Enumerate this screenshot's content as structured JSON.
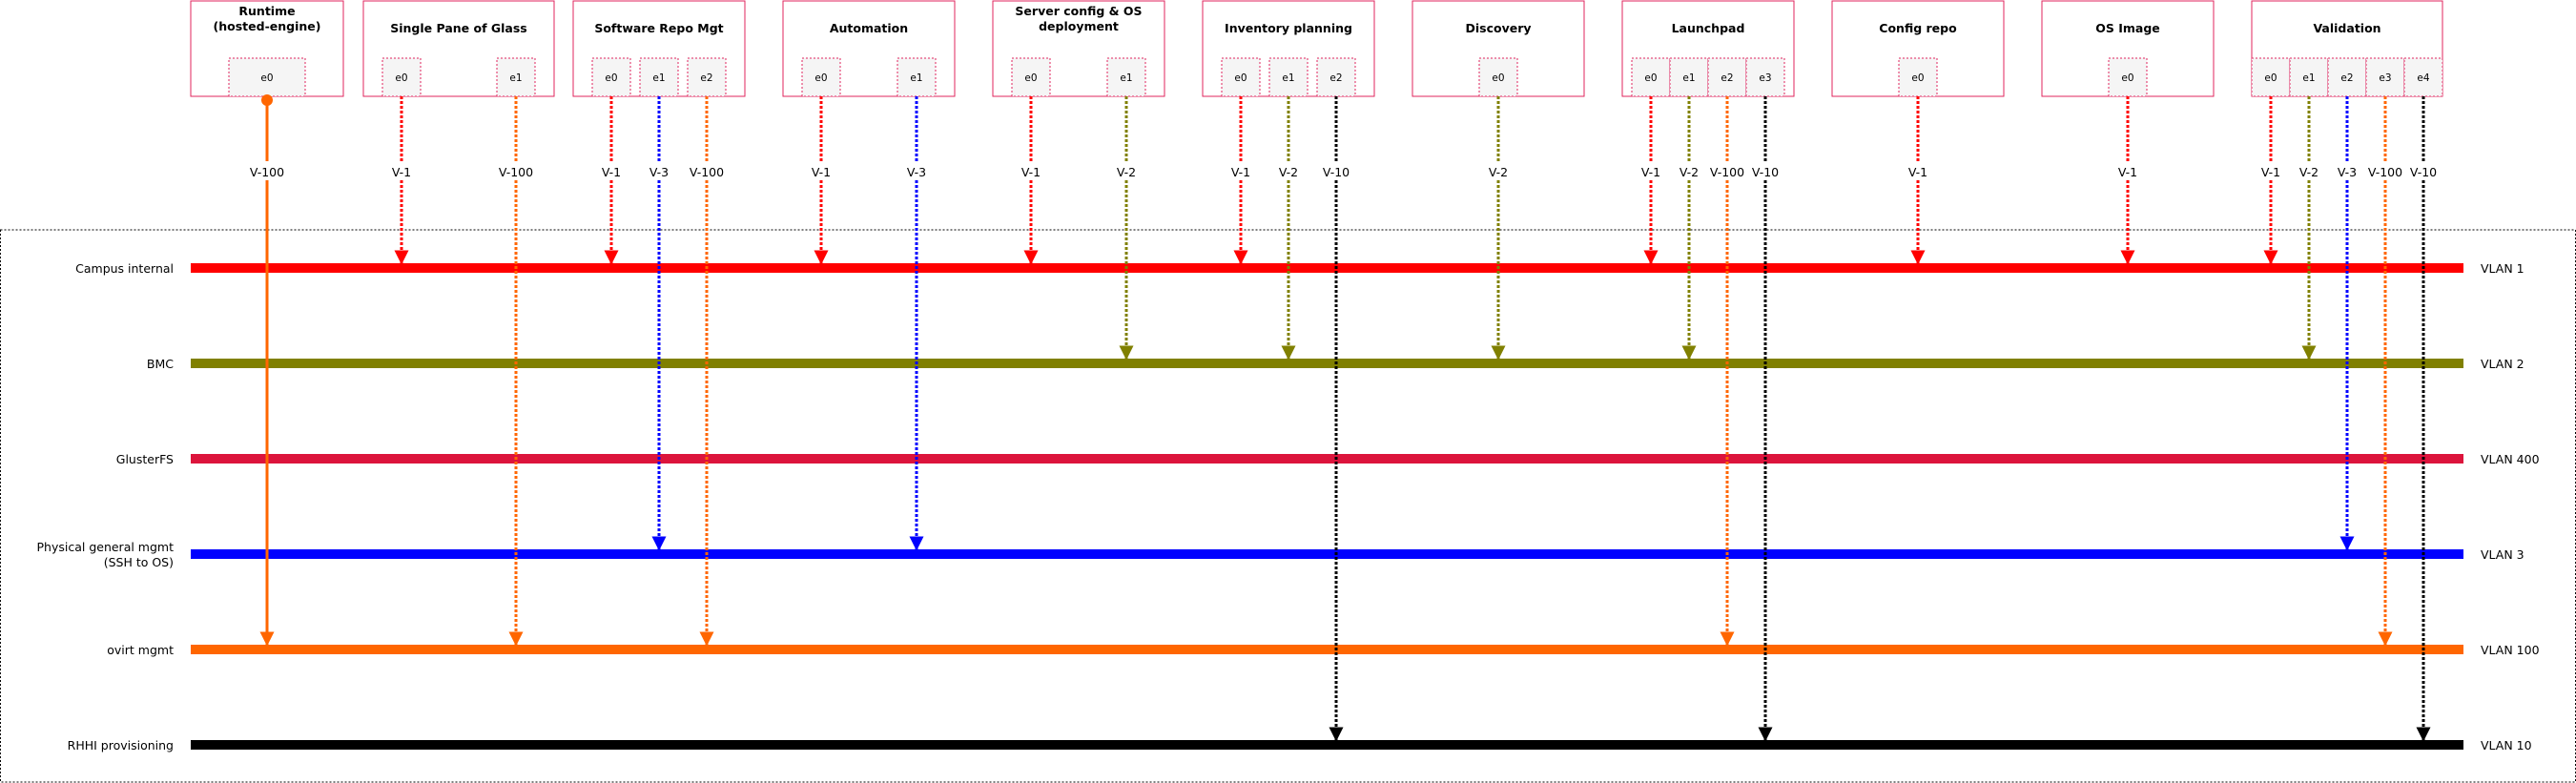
{
  "colors": {
    "campus": "#ff0000",
    "bmc": "#808000",
    "gluster": "#dc143c",
    "mgmt": "#0000ff",
    "ovirt": "#ff6600",
    "rhhi": "#000000",
    "box_border": "#e0245e",
    "port_fill": "#f5f5f5"
  },
  "networks": [
    {
      "id": "campus",
      "label": "Campus internal",
      "vlan": "VLAN 1",
      "color": "#ff0000"
    },
    {
      "id": "bmc",
      "label": "BMC",
      "vlan": "VLAN 2",
      "color": "#808000"
    },
    {
      "id": "gluster",
      "label": "GlusterFS",
      "vlan": "VLAN 400",
      "color": "#dc143c"
    },
    {
      "id": "mgmt",
      "label": "Physical general mgmt\n(SSH to OS)",
      "vlan": "VLAN 3",
      "color": "#0000ff"
    },
    {
      "id": "ovirt",
      "label": "ovirt mgmt",
      "vlan": "VLAN 100",
      "color": "#ff6600"
    },
    {
      "id": "rhhi",
      "label": "RHHI provisioning",
      "vlan": "VLAN 10",
      "color": "#000000"
    }
  ],
  "services": [
    {
      "title": "Runtime\n(hosted-engine)",
      "ports": [
        {
          "name": "e0",
          "vtag": "V-100",
          "net": "ovirt",
          "solid": true
        }
      ]
    },
    {
      "title": "Single Pane of Glass",
      "ports": [
        {
          "name": "e0",
          "vtag": "V-1",
          "net": "campus"
        },
        {
          "name": "e1",
          "vtag": "V-100",
          "net": "ovirt"
        }
      ]
    },
    {
      "title": "Software Repo Mgt",
      "ports": [
        {
          "name": "e0",
          "vtag": "V-1",
          "net": "campus"
        },
        {
          "name": "e1",
          "vtag": "V-3",
          "net": "mgmt"
        },
        {
          "name": "e2",
          "vtag": "V-100",
          "net": "ovirt"
        }
      ]
    },
    {
      "title": "Automation",
      "ports": [
        {
          "name": "e0",
          "vtag": "V-1",
          "net": "campus"
        },
        {
          "name": "e1",
          "vtag": "V-3",
          "net": "mgmt"
        }
      ]
    },
    {
      "title": "Server config & OS\ndeployment",
      "ports": [
        {
          "name": "e0",
          "vtag": "V-1",
          "net": "campus"
        },
        {
          "name": "e1",
          "vtag": "V-2",
          "net": "bmc"
        }
      ]
    },
    {
      "title": "Inventory planning",
      "ports": [
        {
          "name": "e0",
          "vtag": "V-1",
          "net": "campus"
        },
        {
          "name": "e1",
          "vtag": "V-2",
          "net": "bmc"
        },
        {
          "name": "e2",
          "vtag": "V-10",
          "net": "rhhi"
        }
      ]
    },
    {
      "title": "Discovery",
      "ports": [
        {
          "name": "e0",
          "vtag": "V-2",
          "net": "bmc"
        }
      ]
    },
    {
      "title": "Launchpad",
      "ports": [
        {
          "name": "e0",
          "vtag": "V-1",
          "net": "campus"
        },
        {
          "name": "e1",
          "vtag": "V-2",
          "net": "bmc"
        },
        {
          "name": "e2",
          "vtag": "V-100",
          "net": "ovirt"
        },
        {
          "name": "e3",
          "vtag": "V-10",
          "net": "rhhi"
        }
      ]
    },
    {
      "title": "Config repo",
      "ports": [
        {
          "name": "e0",
          "vtag": "V-1",
          "net": "campus"
        }
      ]
    },
    {
      "title": "OS Image",
      "ports": [
        {
          "name": "e0",
          "vtag": "V-1",
          "net": "campus"
        }
      ]
    },
    {
      "title": "Validation",
      "ports": [
        {
          "name": "e0",
          "vtag": "V-1",
          "net": "campus"
        },
        {
          "name": "e1",
          "vtag": "V-2",
          "net": "bmc"
        },
        {
          "name": "e2",
          "vtag": "V-3",
          "net": "mgmt"
        },
        {
          "name": "e3",
          "vtag": "V-100",
          "net": "ovirt"
        },
        {
          "name": "e4",
          "vtag": "V-10",
          "net": "rhhi"
        }
      ]
    }
  ]
}
